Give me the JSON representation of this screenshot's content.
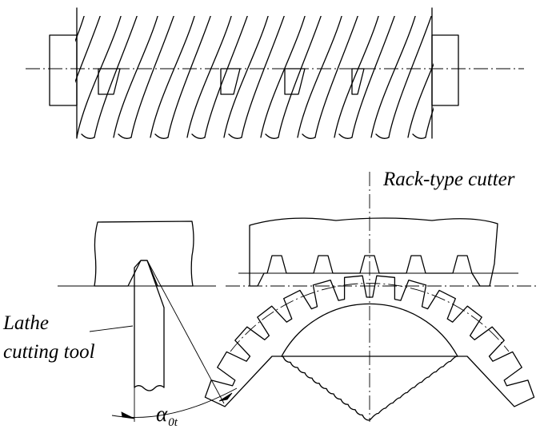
{
  "labels": {
    "rack_cutter": "Rack-type cutter",
    "lathe_line1": "Lathe",
    "lathe_line2": "cutting tool",
    "angle_symbol": "α",
    "angle_subscript": "0t"
  }
}
